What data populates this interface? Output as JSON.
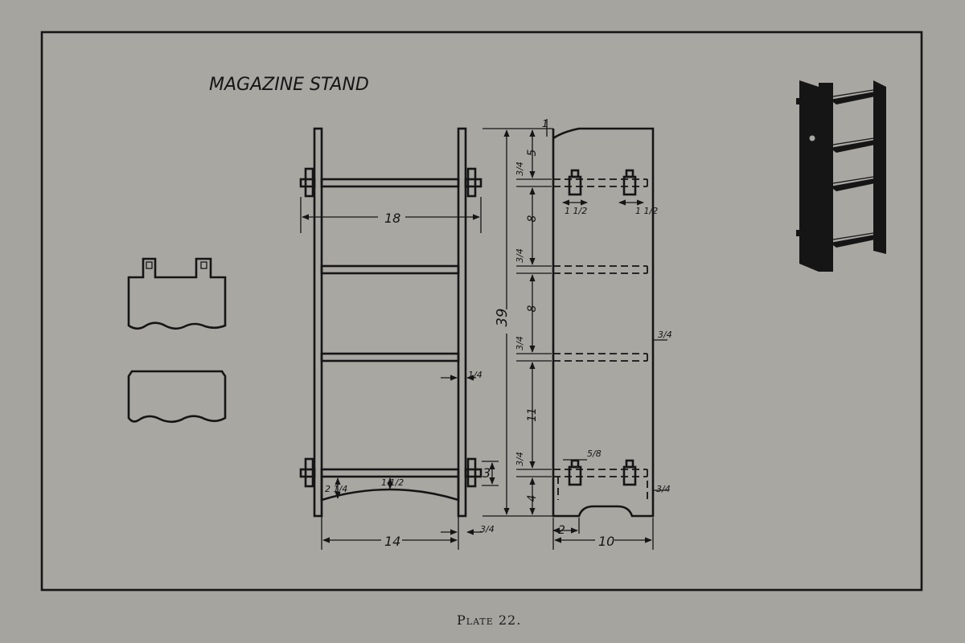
{
  "title": "MAGAZINE STAND",
  "caption": "Plate 22.",
  "colors": {
    "paper": "#a6a49f",
    "ink": "#151515"
  },
  "front_view": {
    "width": "18",
    "inner_width": "14",
    "side_thickness": "3/4",
    "rail_thickness": "1/4",
    "skirt_depth": "2 1/4",
    "skirt_center": "1 1/2",
    "leg": "3"
  },
  "side_view": {
    "height": "39",
    "top": "1",
    "top_gap": "5",
    "shelf_gap_1": "8",
    "shelf_gap_2": "8",
    "shelf_gap_3": "11",
    "bottom": "4",
    "shelf_thickness": "3/4",
    "tenon_width": "1 1/2",
    "dado_depth": "3/4",
    "key_width": "5/8",
    "arch_offset": "2",
    "depth": "10",
    "bottom_thickness": "3/4"
  }
}
